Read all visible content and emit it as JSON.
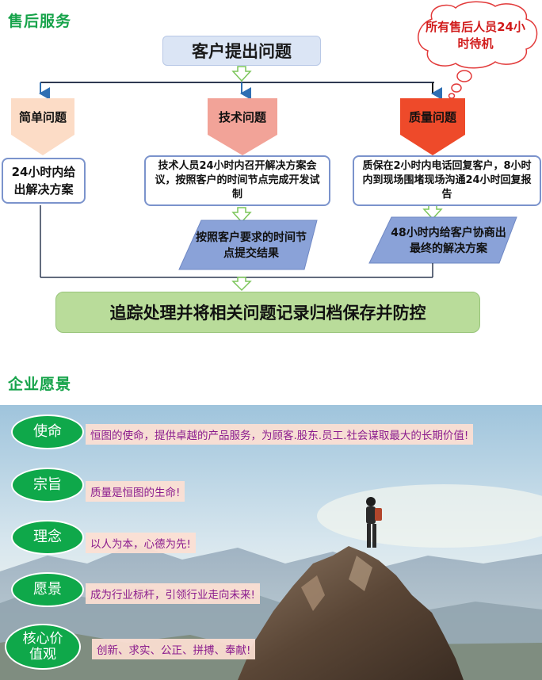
{
  "sections": {
    "after_sales_title": "售后服务",
    "vision_title": "企业愿景"
  },
  "flow": {
    "top": "客户提出问题",
    "cloud_note": "所有售后人员24小时待机",
    "categories": [
      {
        "label": "简单问题",
        "color": "#fcdcc6"
      },
      {
        "label": "技术问题",
        "color": "#f2a398"
      },
      {
        "label": "质量问题",
        "color": "#ee4a2a"
      }
    ],
    "responses": [
      "24小时内给出解决方案",
      "技术人员24小时内召开解决方案会议，按照客户的时间节点完成开发试制",
      "质保在2小时内电话回复客户，8小时内到现场围堵现场沟通24小时回复报告"
    ],
    "follow_ups": [
      "按照客户要求的时间节点提交结果",
      "48小时内给客户协商出最终的解决方案"
    ],
    "final": "追踪处理并将相关问题记录归档保存并防控"
  },
  "vision": {
    "items": [
      {
        "label": "使命",
        "text": "恒图的使命，提供卓越的产品服务，为顾客.股东.员工.社会谋取最大的长期价值!"
      },
      {
        "label": "宗旨",
        "text": "质量是恒图的生命!"
      },
      {
        "label": "理念",
        "text": "以人为本，心德为先!"
      },
      {
        "label": "愿景",
        "text": "成为行业标杆，引领行业走向未来!"
      },
      {
        "label": "核心价值观",
        "text": "创新、求实、公正、拼搏、奉献!"
      }
    ]
  },
  "colors": {
    "accent_green": "#16a34a",
    "pill_green": "#0fa84a",
    "connector": "#2f3a52",
    "text_purple": "#8b1c8e"
  }
}
